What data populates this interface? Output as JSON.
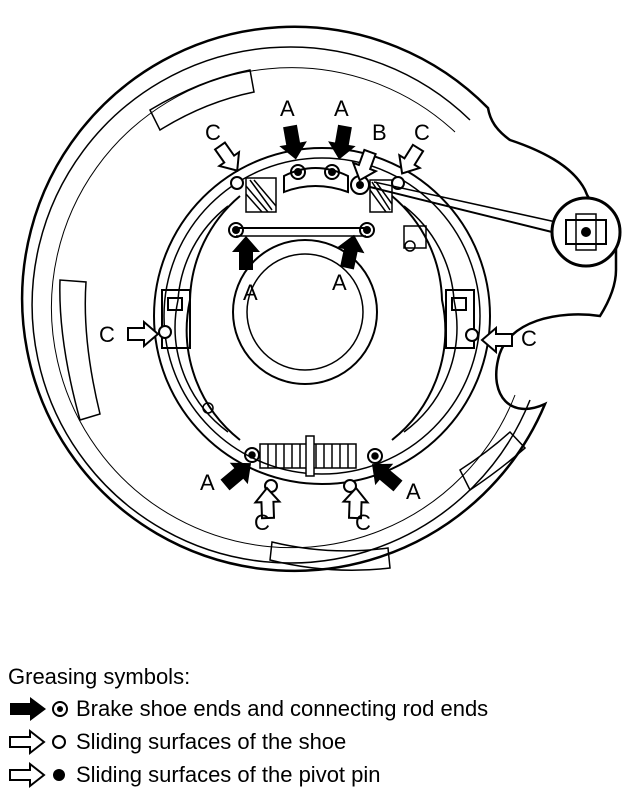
{
  "labels": {
    "A": "A",
    "B": "B",
    "C": "C"
  },
  "legend": {
    "title": "Greasing symbols:",
    "items": [
      {
        "symbol": "black-arrow-double-circle",
        "text": "Brake shoe ends and connecting rod ends"
      },
      {
        "symbol": "white-arrow-open-circle",
        "text": "Sliding surfaces of the shoe"
      },
      {
        "symbol": "white-arrow-filled-circle",
        "text": "Sliding surfaces of the pivot pin"
      }
    ]
  }
}
